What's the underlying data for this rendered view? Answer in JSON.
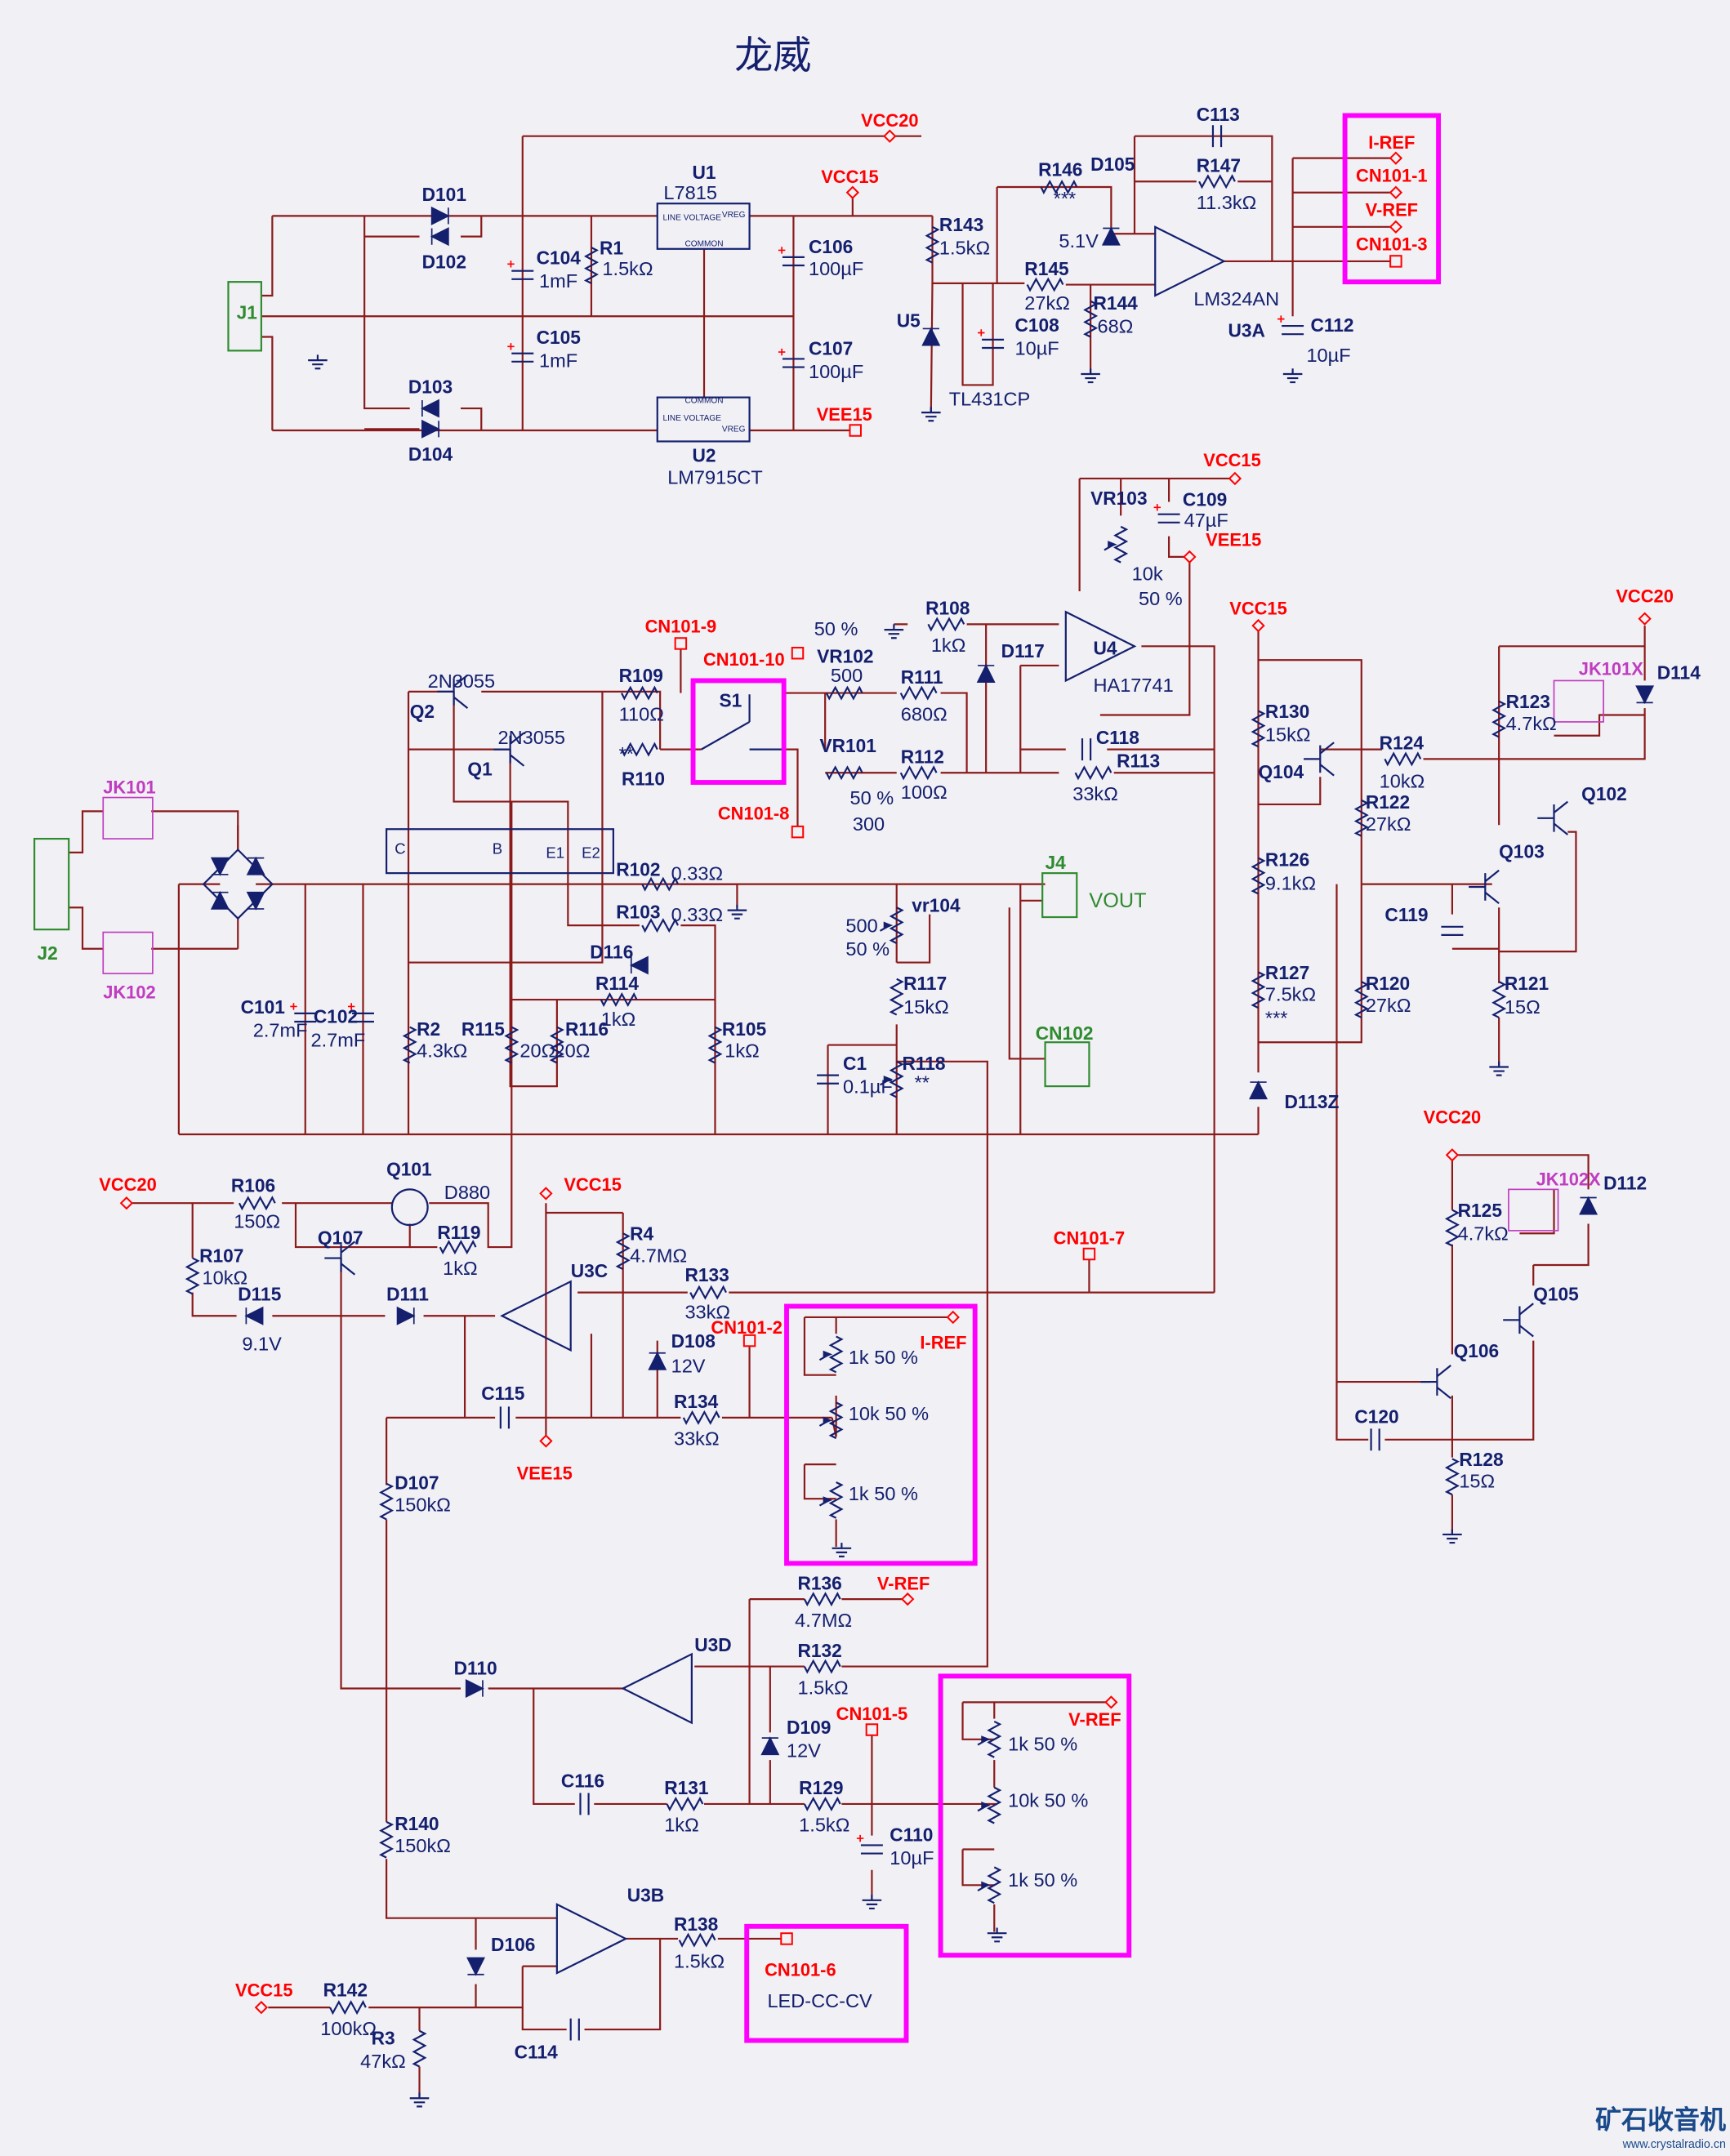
{
  "title": "龙威",
  "nets": {
    "vcc20": "VCC20",
    "vcc15": "VCC15",
    "vee15": "VEE15",
    "i_ref": "I-REF",
    "v_ref": "V-REF",
    "cn101_1": "CN101-1",
    "cn101_2": "CN101-2",
    "cn101_3": "CN101-3",
    "cn101_5": "CN101-5",
    "cn101_6": "CN101-6",
    "cn101_7": "CN101-7",
    "cn101_8": "CN101-8",
    "cn101_9": "CN101-9",
    "cn101_10": "CN101-10",
    "led": "LED-CC-CV"
  },
  "regulator_pins": {
    "line_voltage": "LINE VOLTAGE",
    "vreg": "VREG",
    "common": "COMMON"
  },
  "power_block": {
    "c": "C",
    "b": "B",
    "e1": "E1",
    "e2": "E2"
  },
  "components": {
    "D101": {
      "ref": "D101"
    },
    "D102": {
      "ref": "D102"
    },
    "D103": {
      "ref": "D103"
    },
    "D104": {
      "ref": "D104"
    },
    "J1": {
      "ref": "J1"
    },
    "J2": {
      "ref": "J2"
    },
    "J4": {
      "ref": "J4",
      "value": "VOUT"
    },
    "CN102": {
      "ref": "CN102"
    },
    "C104": {
      "ref": "C104",
      "value": "1mF"
    },
    "C105": {
      "ref": "C105",
      "value": "1mF"
    },
    "R1": {
      "ref": "R1",
      "value": "1.5kΩ"
    },
    "U1": {
      "ref": "U1",
      "value": "L7815"
    },
    "U2": {
      "ref": "U2",
      "value": "LM7915CT"
    },
    "C106": {
      "ref": "C106",
      "value": "100µF"
    },
    "C107": {
      "ref": "C107",
      "value": "100µF"
    },
    "R143": {
      "ref": "R143",
      "value": "1.5kΩ"
    },
    "U5": {
      "ref": "U5",
      "value": "TL431CP"
    },
    "C108": {
      "ref": "C108",
      "value": "10µF"
    },
    "R146": {
      "ref": "R146",
      "value": "***"
    },
    "D105": {
      "ref": "D105",
      "value": "5.1V"
    },
    "R145": {
      "ref": "R145",
      "value": "27kΩ"
    },
    "R144": {
      "ref": "R144",
      "value": "68Ω"
    },
    "C113": {
      "ref": "C113"
    },
    "R147": {
      "ref": "R147",
      "value": "11.3kΩ"
    },
    "U3A": {
      "ref": "U3A",
      "value": "LM324AN"
    },
    "C112": {
      "ref": "C112",
      "value": "10µF"
    },
    "VR103": {
      "ref": "VR103",
      "value": "10k",
      "setting": "50 %"
    },
    "C109": {
      "ref": "C109",
      "value": "47µF"
    },
    "R108": {
      "ref": "R108",
      "value": "1kΩ"
    },
    "U4": {
      "ref": "U4",
      "value": "HA17741"
    },
    "D117": {
      "ref": "D117"
    },
    "VR102": {
      "ref": "VR102",
      "value": "500",
      "setting": "50 %"
    },
    "R111": {
      "ref": "R111",
      "value": "680Ω"
    },
    "S1": {
      "ref": "S1"
    },
    "Q2": {
      "ref": "Q2",
      "value": "2N3055"
    },
    "Q1": {
      "ref": "Q1",
      "value": "2N3055"
    },
    "R109": {
      "ref": "R109",
      "value": "110Ω"
    },
    "R110": {
      "ref": "R110",
      "value": "**"
    },
    "VR101": {
      "ref": "VR101",
      "value": "300",
      "setting": "50 %"
    },
    "R112": {
      "ref": "R112",
      "value": "100Ω"
    },
    "C118": {
      "ref": "C118"
    },
    "R113": {
      "ref": "R113",
      "value": "33kΩ"
    },
    "JK101": {
      "ref": "JK101"
    },
    "JK102": {
      "ref": "JK102"
    },
    "JK101X": {
      "ref": "JK101X"
    },
    "JK102X": {
      "ref": "JK102X"
    },
    "R102": {
      "ref": "R102",
      "value": "0.33Ω"
    },
    "R103": {
      "ref": "R103",
      "value": "0.33Ω"
    },
    "vr104": {
      "ref": "vr104",
      "value": "500",
      "setting": "50 %"
    },
    "D116": {
      "ref": "D116"
    },
    "R114": {
      "ref": "R114",
      "value": "1kΩ"
    },
    "R117": {
      "ref": "R117",
      "value": "15kΩ"
    },
    "C101": {
      "ref": "C101",
      "value": "2.7mF"
    },
    "C102": {
      "ref": "C102",
      "value": "2.7mF"
    },
    "R2": {
      "ref": "R2",
      "value": "4.3kΩ"
    },
    "R115": {
      "ref": "R115",
      "value": "20Ω"
    },
    "R116": {
      "ref": "R116",
      "value": "20Ω"
    },
    "R105": {
      "ref": "R105",
      "value": "1kΩ"
    },
    "C1": {
      "ref": "C1",
      "value": "0.1µF"
    },
    "R118": {
      "ref": "R118",
      "value": "**"
    },
    "R130": {
      "ref": "R130",
      "value": "15kΩ"
    },
    "Q104": {
      "ref": "Q104"
    },
    "R124": {
      "ref": "R124",
      "value": "10kΩ"
    },
    "R122": {
      "ref": "R122",
      "value": "27kΩ"
    },
    "R126": {
      "ref": "R126",
      "value": "9.1kΩ"
    },
    "R127": {
      "ref": "R127",
      "value": "7.5kΩ",
      "note": "***"
    },
    "R120": {
      "ref": "R120",
      "value": "27kΩ"
    },
    "D113Z": {
      "ref": "D113Z"
    },
    "D114": {
      "ref": "D114"
    },
    "R123": {
      "ref": "R123",
      "value": "4.7kΩ"
    },
    "Q102": {
      "ref": "Q102"
    },
    "Q103": {
      "ref": "Q103"
    },
    "C119": {
      "ref": "C119"
    },
    "R121": {
      "ref": "R121",
      "value": "15Ω"
    },
    "R106": {
      "ref": "R106",
      "value": "150Ω"
    },
    "Q101": {
      "ref": "Q101",
      "value": "D880"
    },
    "Q107": {
      "ref": "Q107"
    },
    "R119": {
      "ref": "R119",
      "value": "1kΩ"
    },
    "R107": {
      "ref": "R107",
      "value": "10kΩ"
    },
    "D115": {
      "ref": "D115",
      "value": "9.1V"
    },
    "D111": {
      "ref": "D111"
    },
    "U3C": {
      "ref": "U3C"
    },
    "R4": {
      "ref": "R4",
      "value": "4.7MΩ"
    },
    "R133": {
      "ref": "R133",
      "value": "33kΩ"
    },
    "D108": {
      "ref": "D108",
      "value": "12V"
    },
    "C115": {
      "ref": "C115"
    },
    "R134": {
      "ref": "R134",
      "value": "33kΩ"
    },
    "D107": {
      "ref": "D107",
      "value": "150kΩ"
    },
    "D110": {
      "ref": "D110"
    },
    "R136": {
      "ref": "R136",
      "value": "4.7MΩ"
    },
    "U3D": {
      "ref": "U3D"
    },
    "R132": {
      "ref": "R132",
      "value": "1.5kΩ"
    },
    "D109": {
      "ref": "D109",
      "value": "12V"
    },
    "C116": {
      "ref": "C116"
    },
    "R131": {
      "ref": "R131",
      "value": "1kΩ"
    },
    "R129": {
      "ref": "R129",
      "value": "1.5kΩ"
    },
    "C110": {
      "ref": "C110",
      "value": "10µF"
    },
    "R140": {
      "ref": "R140",
      "value": "150kΩ"
    },
    "U3B": {
      "ref": "U3B"
    },
    "R138": {
      "ref": "R138",
      "value": "1.5kΩ"
    },
    "D106": {
      "ref": "D106"
    },
    "R142": {
      "ref": "R142",
      "value": "100kΩ"
    },
    "R3": {
      "ref": "R3",
      "value": "47kΩ"
    },
    "C114": {
      "ref": "C114"
    },
    "D112": {
      "ref": "D112"
    },
    "R125": {
      "ref": "R125",
      "value": "4.7kΩ"
    },
    "Q105": {
      "ref": "Q105"
    },
    "Q106": {
      "ref": "Q106"
    },
    "C120": {
      "ref": "C120"
    },
    "R128": {
      "ref": "R128",
      "value": "15Ω"
    }
  },
  "iref_pots": [
    "1k 50 %",
    "10k 50 %",
    "1k 50 %"
  ],
  "vref_pots": [
    "1k 50 %",
    "10k 50 %",
    "1k 50 %"
  ],
  "watermark": {
    "text": "矿石收音机",
    "url": "www.crystalradio.cn"
  },
  "colors": {
    "wire": "#8b1a1a",
    "component": "#14206e",
    "net_label": "#ff0000",
    "highlight_box": "#ff00ff",
    "connector": "#c03cc0",
    "header": "#2e8b2e",
    "background": "#f1f0f5"
  }
}
